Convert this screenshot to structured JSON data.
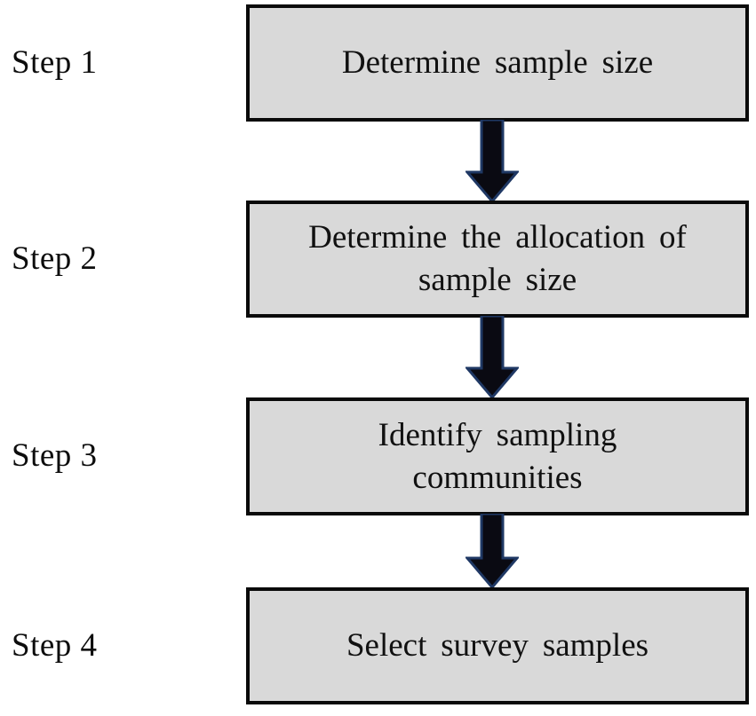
{
  "flowchart": {
    "colors": {
      "background": "#ffffff",
      "box_fill": "#d9d9d9",
      "box_border": "#0a0a0a",
      "arrow_fill": "#0a0a12",
      "arrow_outline": "#1f3864",
      "text": "#111111"
    },
    "steps": [
      {
        "label": "Step 1",
        "lines": [
          "Determine sample size"
        ]
      },
      {
        "label": "Step 2",
        "lines": [
          "Determine the allocation of",
          "sample size"
        ]
      },
      {
        "label": "Step 3",
        "lines": [
          "Identify sampling",
          "communities"
        ]
      },
      {
        "label": "Step 4",
        "lines": [
          "Select survey samples"
        ]
      }
    ]
  }
}
